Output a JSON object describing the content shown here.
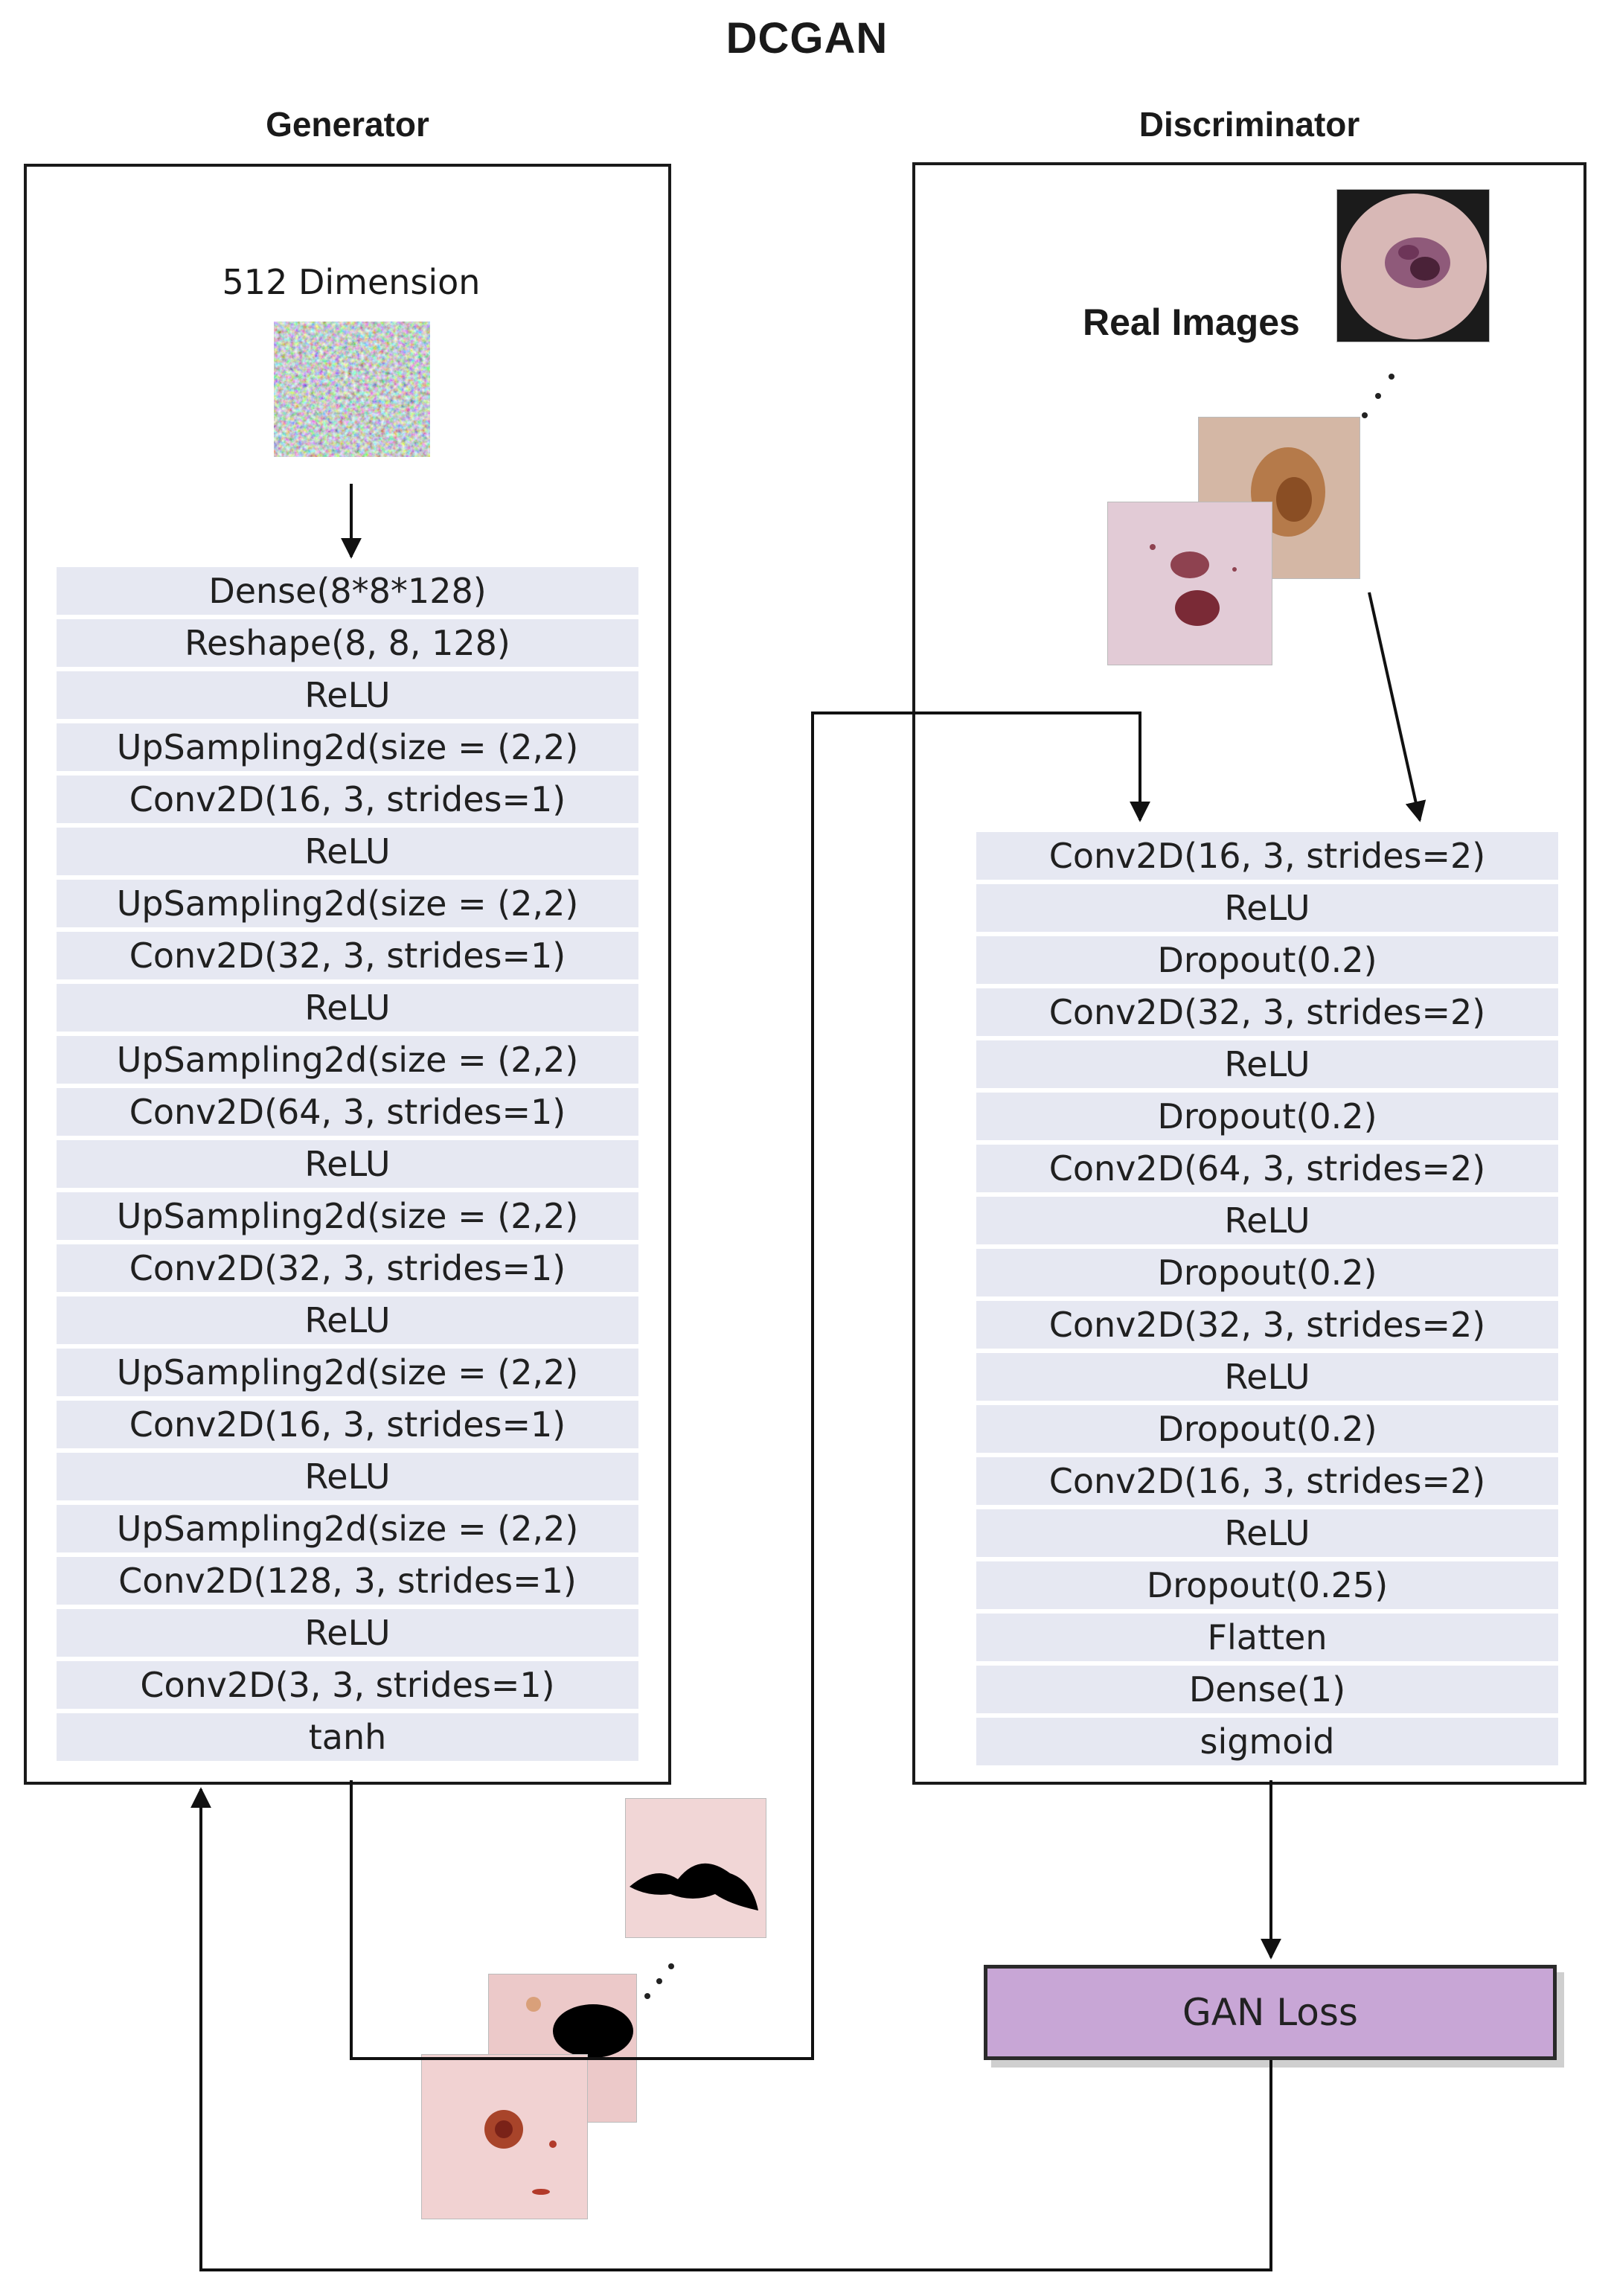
{
  "title": "DCGAN",
  "generator": {
    "title": "Generator",
    "noise_label": "512 Dimension",
    "layers": [
      "Dense(8*8*128)",
      "Reshape(8, 8, 128)",
      "ReLU",
      "UpSampling2d(size = (2,2)",
      "Conv2D(16, 3, strides=1)",
      "ReLU",
      "UpSampling2d(size = (2,2)",
      "Conv2D(32, 3, strides=1)",
      "ReLU",
      "UpSampling2d(size = (2,2)",
      "Conv2D(64, 3, strides=1)",
      "ReLU",
      "UpSampling2d(size = (2,2)",
      "Conv2D(32, 3, strides=1)",
      "ReLU",
      "UpSampling2d(size = (2,2)",
      "Conv2D(16, 3, strides=1)",
      "ReLU",
      "UpSampling2d(size = (2,2)",
      "Conv2D(128, 3, strides=1)",
      "ReLU",
      "Conv2D(3, 3, strides=1)",
      "tanh"
    ]
  },
  "discriminator": {
    "title": "Discriminator",
    "real_label": "Real Images",
    "layers": [
      "Conv2D(16, 3, strides=2)",
      "ReLU",
      "Dropout(0.2)",
      "Conv2D(32, 3, strides=2)",
      "ReLU",
      "Dropout(0.2)",
      "Conv2D(64, 3, strides=2)",
      "ReLU",
      "Dropout(0.2)",
      "Conv2D(32, 3, strides=2)",
      "ReLU",
      "Dropout(0.2)",
      "Conv2D(16, 3, strides=2)",
      "ReLU",
      "Dropout(0.25)",
      "Flatten",
      "Dense(1)",
      "sigmoid"
    ]
  },
  "loss_label": "GAN Loss"
}
